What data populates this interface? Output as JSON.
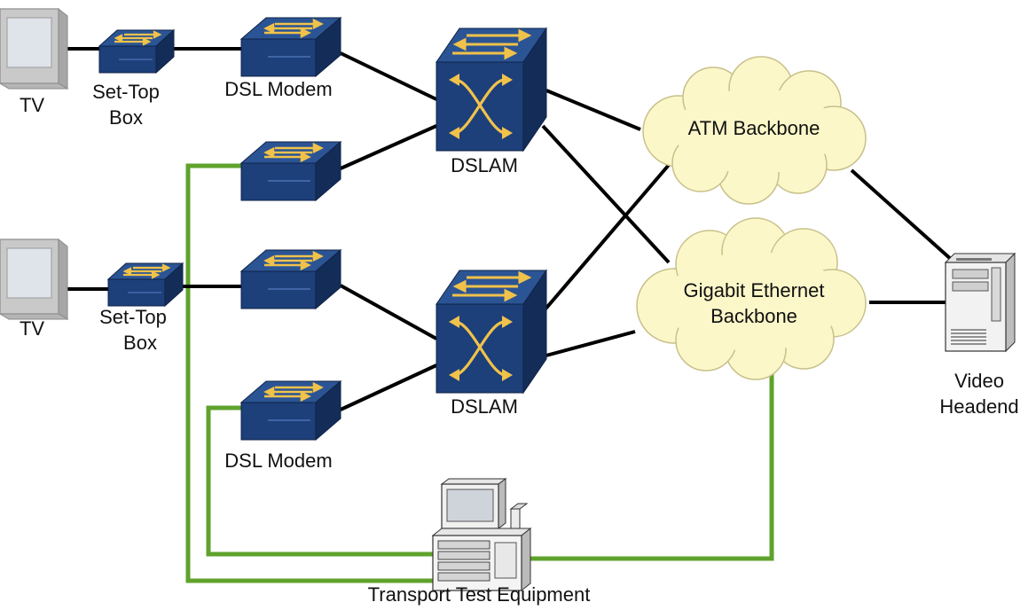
{
  "colors": {
    "device_blue": "#1d3f7a",
    "device_blue_dark": "#142c58",
    "device_blue_light": "#2b5494",
    "arrow_yellow": "#f0c24a",
    "cloud_fill": "#fbf7c8",
    "cloud_stroke": "#c8c08a",
    "link_black": "#000000",
    "test_link_green": "#5fa22c",
    "tv_grey": "#c9c9c9",
    "tv_screen": "#dfe3ea"
  },
  "labels": {
    "tv_top": "TV",
    "stb_top_line1": "Set-Top",
    "stb_top_line2": "Box",
    "modem_top": "DSL Modem",
    "dslam_top": "DSLAM",
    "tv_bottom": "TV",
    "stb_bottom_line1": "Set-Top",
    "stb_bottom_line2": "Box",
    "dslam_bottom": "DSLAM",
    "modem_bottom": "DSL Modem",
    "atm_backbone": "ATM Backbone",
    "gige_line1": "Gigabit Ethernet",
    "gige_line2": "Backbone",
    "video_line1": "Video",
    "video_line2": "Headend",
    "test_equipment": "Transport Test Equipment"
  }
}
